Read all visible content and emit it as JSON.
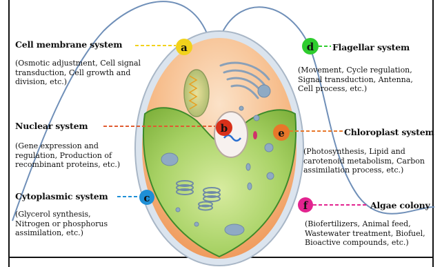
{
  "systems": {
    "a": {
      "letter": "a",
      "title": "Cell membrane system",
      "desc": "(Osmotic adjustment, Cell signal\ntransduction, Cell growth and\ndivision, etc.)",
      "color": "#f2d21c"
    },
    "b": {
      "letter": "b",
      "title": "Nuclear system",
      "desc": "(Gene expression and\nregulation, Production of\nrecombinant proteins, etc.)",
      "color": "#d8301a"
    },
    "c": {
      "letter": "c",
      "title": "Cytoplasmic system",
      "desc": "(Glycerol synthesis,\nNitrogen or phosphorus\nassimilation, etc.)",
      "color": "#1e8fd6"
    },
    "d": {
      "letter": "d",
      "title": "Flagellar system",
      "desc": "(Movement, Cycle regulation,\nSignal transduction, Antenna,\nCell process, etc.)",
      "color": "#2ecc2e"
    },
    "e": {
      "letter": "e",
      "title": "Chloroplast system",
      "desc": "(Photosynthesis, Lipid and\ncarotenoid metabolism, Carbon\nassimilation process, etc.)",
      "color": "#e8772a"
    },
    "f": {
      "letter": "f",
      "title": "Algae colony",
      "desc": "(Biofertilizers, Animal feed,\nWastewater treatment, Biofuel,\nBioactive compounds, etc.)",
      "color": "#e2238f"
    }
  }
}
